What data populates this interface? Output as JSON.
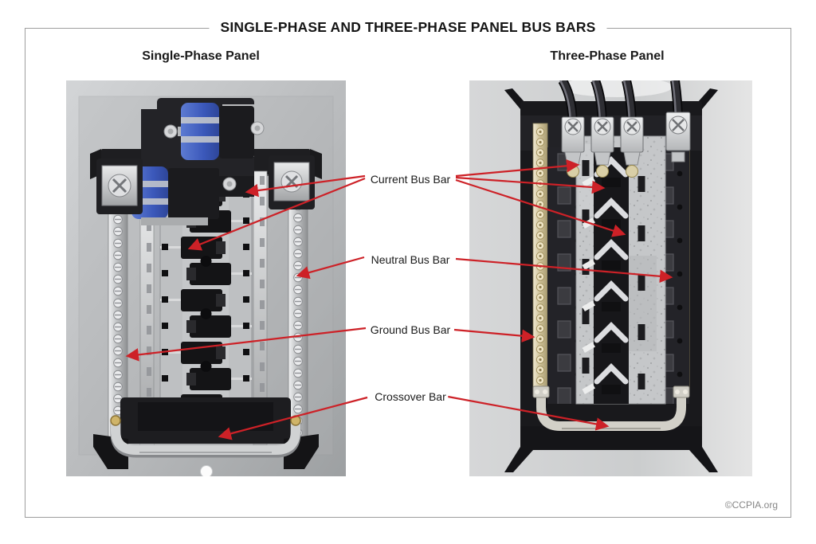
{
  "header": {
    "title": "SINGLE-PHASE AND THREE-PHASE PANEL BUS BARS"
  },
  "panels": {
    "left": {
      "label": "Single-Phase Panel",
      "type": "single-phase"
    },
    "right": {
      "label": "Three-Phase Panel",
      "type": "three-phase"
    }
  },
  "callouts": [
    {
      "label": "Current Bus Bar",
      "arrows_to_left_panel": 2,
      "arrows_to_right_panel": 3
    },
    {
      "label": "Neutral Bus Bar",
      "arrows_to_left_panel": 1,
      "arrows_to_right_panel": 1
    },
    {
      "label": "Ground Bus Bar",
      "arrows_to_left_panel": 1,
      "arrows_to_right_panel": 1
    },
    {
      "label": "Crossover Bar",
      "arrows_to_left_panel": 1,
      "arrows_to_right_panel": 1
    }
  ],
  "footer": {
    "copyright": "©CCPIA.org"
  },
  "colors": {
    "arrow_red": "#cd2127",
    "frame_border": "#9e9e9e",
    "background": "#ffffff",
    "photo_gray": "#c0c2c4",
    "blue_lug": "#3e5cc0",
    "brass_bar": "#cdc096"
  }
}
